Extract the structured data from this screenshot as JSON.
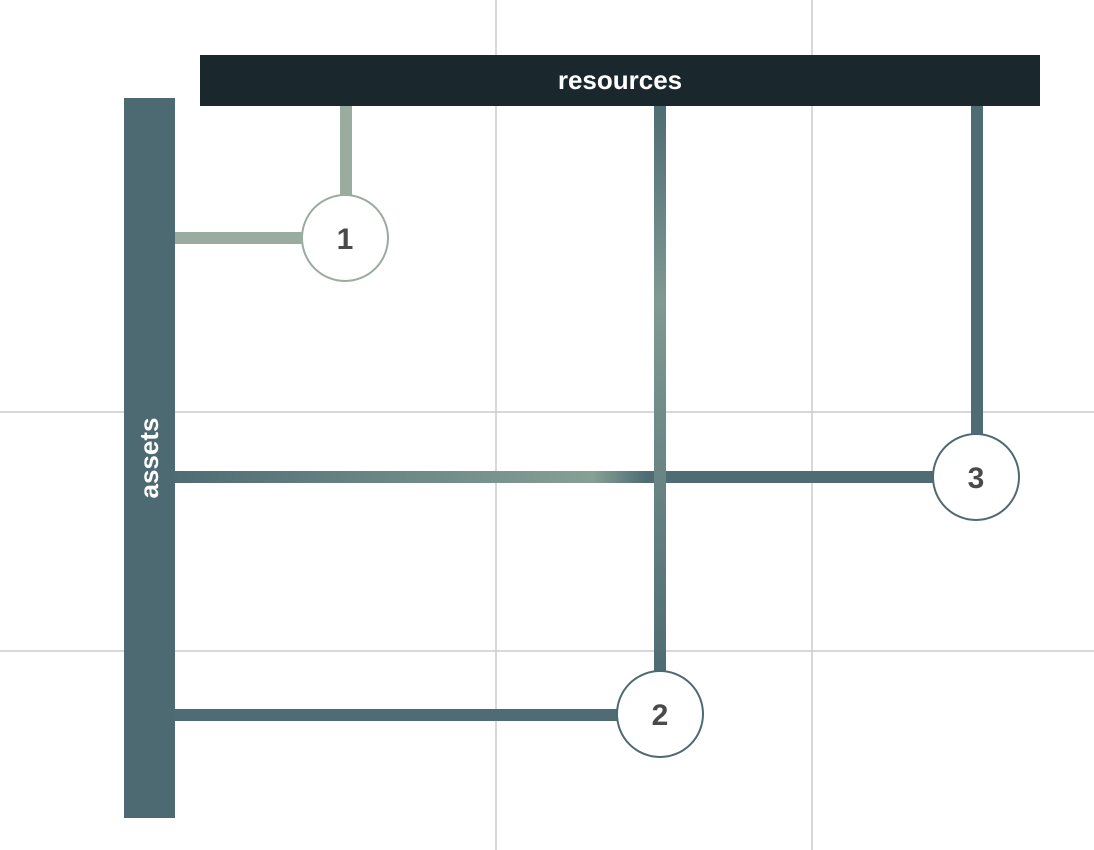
{
  "diagram": {
    "top_bar": {
      "label": "resources"
    },
    "side_bar": {
      "label": "assets"
    },
    "nodes": [
      {
        "label": "1"
      },
      {
        "label": "2"
      },
      {
        "label": "3"
      }
    ]
  },
  "colors": {
    "top_bar": "#1a282e",
    "side_bar": "#4d6a73",
    "grid": "#cccccc",
    "node_stroke_light": "#9aab9f",
    "node_stroke_dark": "#4d6a73",
    "node_text": "#4a4a4a",
    "link_light": "#9aab9f",
    "link_dark": "#4f6c74",
    "link_mid": "#7f9a92",
    "bar_text": "#ffffff"
  }
}
